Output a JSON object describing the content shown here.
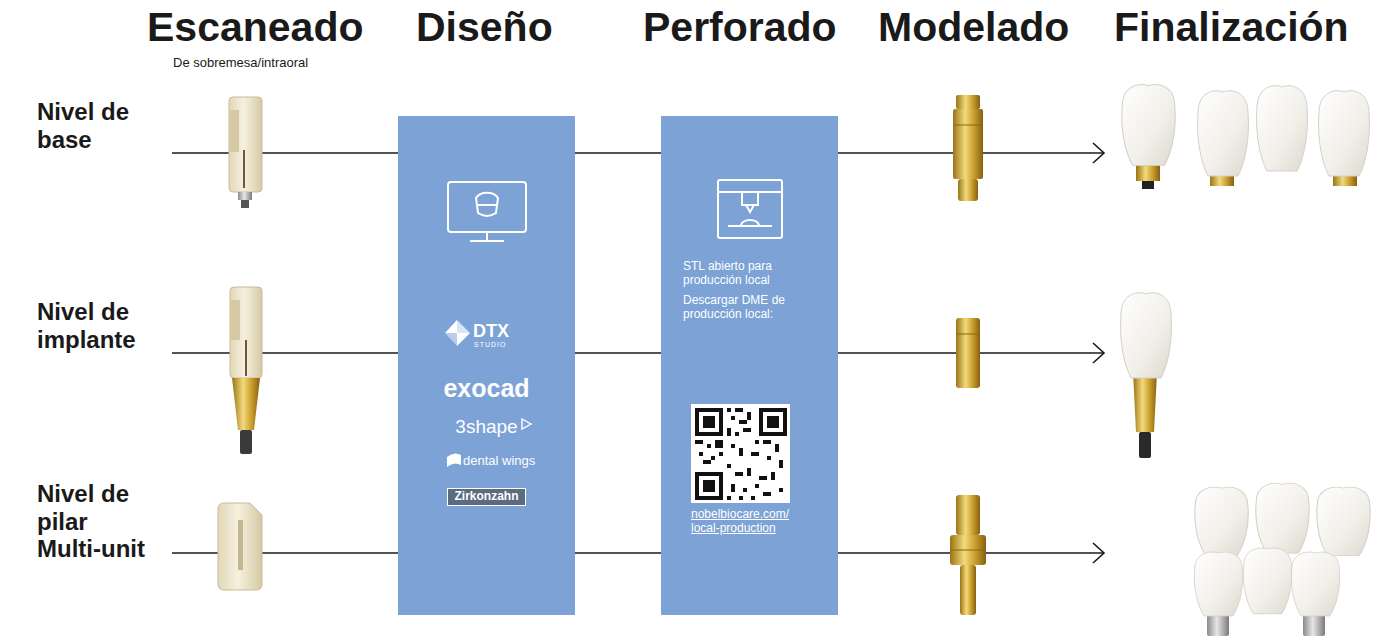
{
  "diagram": {
    "nodes": [
      {
        "text": [
          "DTX",
          "STUDIO",
          "exocad",
          "3shape",
          "dental wings",
          "Zirkonzahn"
        ]
      },
      {
        "text": [
          "STL abierto para producción local",
          "Descargar DME de producción local:",
          "nobelbiocare.com/ local-production"
        ]
      }
    ],
    "edges": [
      {
        "from": 0,
        "to": 1,
        "arrow": "none"
      },
      {
        "from": 0,
        "to": 1,
        "arrow": "none"
      },
      {
        "from": 0,
        "to": 1,
        "arrow": "none"
      }
    ],
    "labels": [
      "Escaneado",
      "De sobremesa/intraoral",
      "Diseño",
      "Perforado",
      "Modelado",
      "Finalización",
      "Nivel de base",
      "Nivel de implante",
      "Nivel de pilar Multi-unit"
    ]
  }
}
